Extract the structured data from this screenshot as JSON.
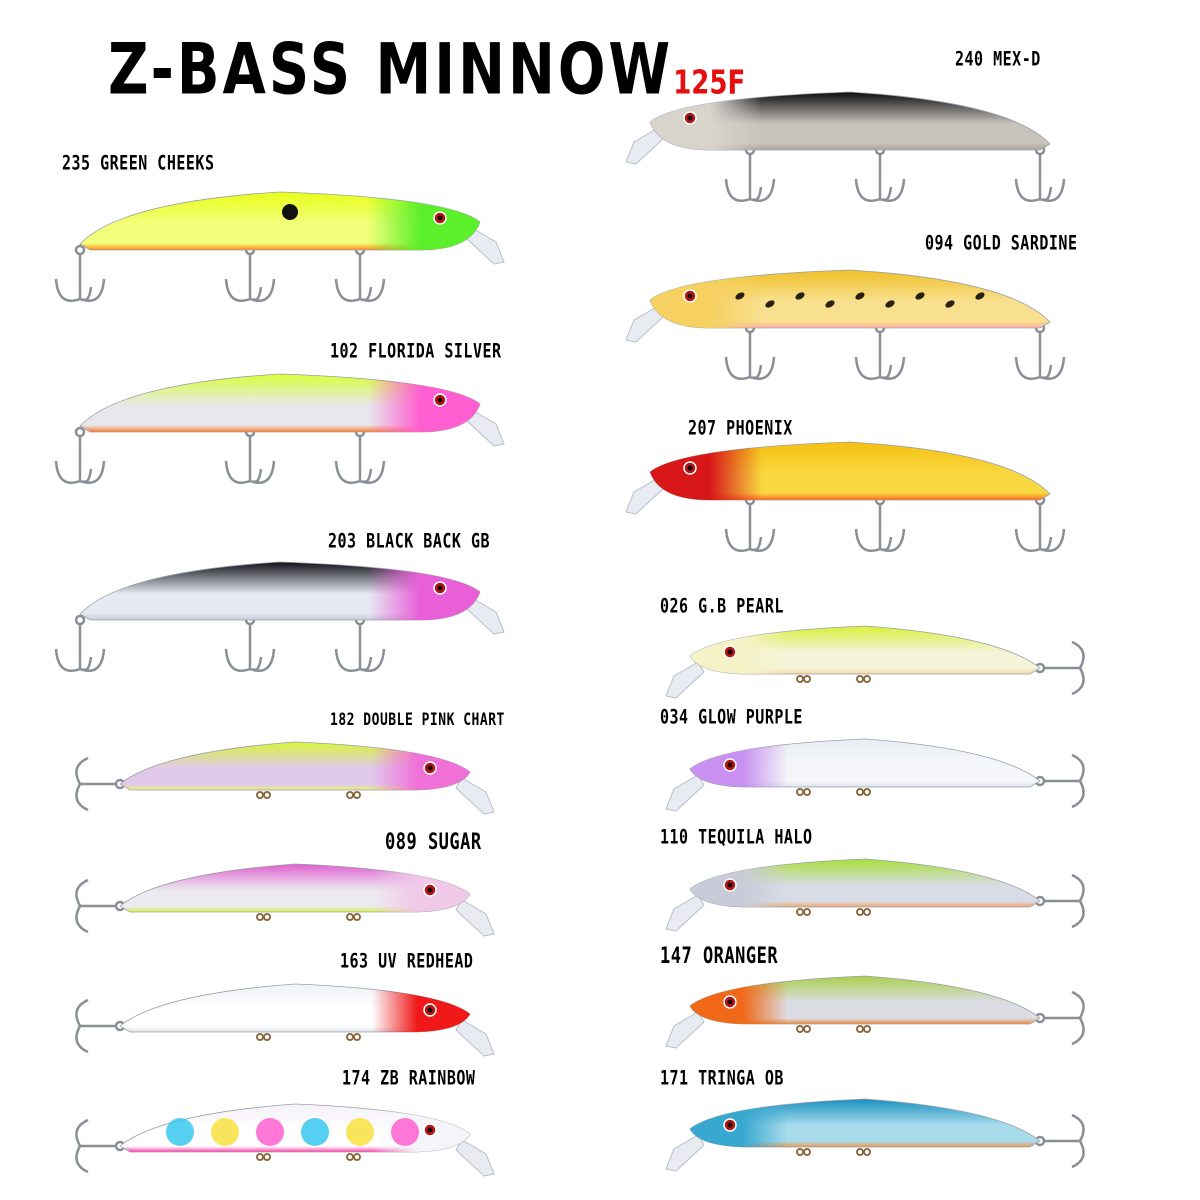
{
  "header": {
    "title": "Z-BASS MINNOW",
    "model": "125F",
    "title_color": "#000000",
    "model_color": "#e60f0f"
  },
  "lures": [
    {
      "code": "235",
      "name": "GREEN CHEEKS",
      "label": "235 GREEN CHEEKS",
      "column": "left",
      "facing": "right",
      "hooks": 3,
      "colors": {
        "back": "#e8ff1a",
        "belly": "#f2ff7a",
        "underline": "#ff8a1a",
        "head": "#5cf02a"
      }
    },
    {
      "code": "102",
      "name": "FLORIDA SILVER",
      "label": "102 FLORIDA SILVER",
      "column": "left",
      "facing": "right",
      "hooks": 3,
      "colors": {
        "back": "#d8ff3a",
        "belly": "#e8e8ec",
        "underline": "#ff7a2a",
        "head": "#ff5fd0"
      }
    },
    {
      "code": "203",
      "name": "BLACK BACK GB",
      "label": "203 BLACK BACK GB",
      "column": "left",
      "facing": "right",
      "hooks": 3,
      "colors": {
        "back": "#101018",
        "belly": "#e6eaf2",
        "underline": "#c8ccd6",
        "head": "#e85fd8"
      }
    },
    {
      "code": "182",
      "name": "DOUBLE PINK CHART",
      "label": "182 DOUBLE PINK CHART",
      "column": "left",
      "facing": "right",
      "hooks": 2,
      "colors": {
        "back": "#d8f53a",
        "belly": "#e0c8ec",
        "underline": "#e8f07a",
        "head": "#f070d8"
      }
    },
    {
      "code": "089",
      "name": "SUGAR",
      "label": "089 SUGAR",
      "column": "left",
      "facing": "right",
      "hooks": 2,
      "colors": {
        "back": "#e060d0",
        "belly": "#eceaf0",
        "underline": "#d8f04a",
        "head": "#f0c8e8"
      }
    },
    {
      "code": "163",
      "name": "UV REDHEAD",
      "label": "163 UV REDHEAD",
      "column": "left",
      "facing": "right",
      "hooks": 2,
      "colors": {
        "back": "#eef2f6",
        "belly": "#ffffff",
        "underline": "#dce2ea",
        "head": "#f01818"
      }
    },
    {
      "code": "174",
      "name": "ZB RAINBOW",
      "label": "174 ZB RAINBOW",
      "column": "left",
      "facing": "right",
      "hooks": 2,
      "colors": {
        "back": "#f4f0f8",
        "belly": "#ffffff",
        "underline": "#ff3aa8",
        "head": "#f4f4fa"
      }
    },
    {
      "code": "240",
      "name": "MEX-D",
      "label": "240 MEX-D",
      "column": "right",
      "facing": "left",
      "hooks": 3,
      "colors": {
        "back": "#0c0c0e",
        "belly": "#c8c4bc",
        "underline": "#a8a49c",
        "head": "#d8d4cc"
      }
    },
    {
      "code": "094",
      "name": "GOLD SARDINE",
      "label": "094 GOLD SARDINE",
      "column": "right",
      "facing": "left",
      "hooks": 3,
      "colors": {
        "back": "#f0c028",
        "belly": "#f8e090",
        "underline": "#ffb0a0",
        "head": "#f6d060"
      }
    },
    {
      "code": "207",
      "name": "PHOENIX",
      "label": "207 PHOENIX",
      "column": "right",
      "facing": "left",
      "hooks": 3,
      "colors": {
        "back": "#f5c010",
        "belly": "#f8d840",
        "underline": "#ff6a1a",
        "head": "#d81818"
      }
    },
    {
      "code": "026",
      "name": "G.B PEARL",
      "label": "026 G.B PEARL",
      "column": "right",
      "facing": "left",
      "hooks": 2,
      "colors": {
        "back": "#d8f03a",
        "belly": "#f4f4d8",
        "underline": "#f8d8a8",
        "head": "#f6f2c8"
      }
    },
    {
      "code": "034",
      "name": "GLOW PURPLE",
      "label": "034 GLOW PURPLE",
      "column": "right",
      "facing": "left",
      "hooks": 2,
      "colors": {
        "back": "#e8eef4",
        "belly": "#f4f6fa",
        "underline": "#dce4ec",
        "head": "#c890f0"
      }
    },
    {
      "code": "110",
      "name": "TEQUILA HALO",
      "label": "110 TEQUILA HALO",
      "column": "right",
      "facing": "left",
      "hooks": 2,
      "colors": {
        "back": "#a8e03a",
        "belly": "#d8dce6",
        "underline": "#f0a868",
        "head": "#c8ccd8"
      }
    },
    {
      "code": "147",
      "name": "ORANGER",
      "label": "147 ORANGER",
      "column": "right",
      "facing": "left",
      "hooks": 2,
      "colors": {
        "back": "#a8d04a",
        "belly": "#dcdce4",
        "underline": "#f08838",
        "head": "#f06818"
      }
    },
    {
      "code": "171",
      "name": "TRINGA OB",
      "label": "171 TRINGA OB",
      "column": "right",
      "facing": "left",
      "hooks": 2,
      "colors": {
        "back": "#1890c0",
        "belly": "#a8dcec",
        "underline": "#f09848",
        "head": "#38a8d0"
      }
    }
  ]
}
